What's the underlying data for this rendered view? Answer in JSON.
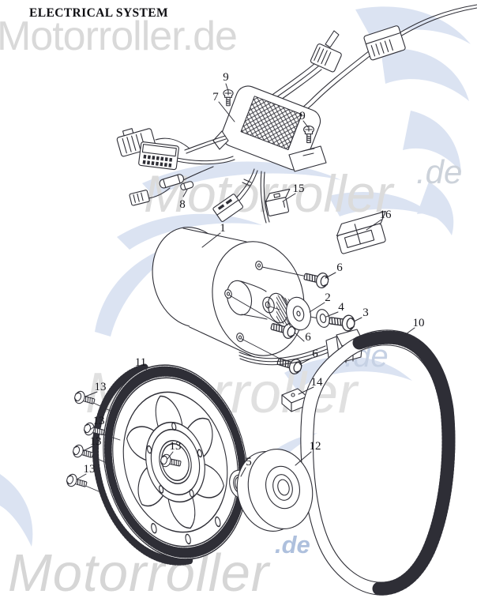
{
  "title": "ELECTRICAL SYSTEM",
  "watermark": {
    "brand": "Motorroller",
    "brand_full": "Motorroller.de",
    "tld": ".de"
  },
  "colors": {
    "line_art": "#2e2e36",
    "watermark_gray": "#d9d9d9",
    "logo_blue": "#dbe3f2",
    "tld_blue": "#aec0dd",
    "background": "#ffffff"
  },
  "callouts": [
    {
      "id": "screw-9-top",
      "label": "9"
    },
    {
      "id": "screw-7",
      "label": "7"
    },
    {
      "id": "screw-9-right",
      "label": "9"
    },
    {
      "id": "fuse-8",
      "label": "8"
    },
    {
      "id": "connector-15",
      "label": "15"
    },
    {
      "id": "connector-16",
      "label": "16"
    },
    {
      "id": "motor-1",
      "label": "1"
    },
    {
      "id": "bolt-6-a",
      "label": "6"
    },
    {
      "id": "sprocket-2",
      "label": "2"
    },
    {
      "id": "washer-4",
      "label": "4"
    },
    {
      "id": "bolt-3",
      "label": "3"
    },
    {
      "id": "belt-10",
      "label": "10"
    },
    {
      "id": "bolt-6-b",
      "label": "6"
    },
    {
      "id": "bolt-6-c",
      "label": "6"
    },
    {
      "id": "connector-14",
      "label": "14"
    },
    {
      "id": "pulley-wheel-11",
      "label": "11"
    },
    {
      "id": "screw-13-a",
      "label": "13"
    },
    {
      "id": "screw-13-b",
      "label": "13"
    },
    {
      "id": "screw-13-c",
      "label": "13"
    },
    {
      "id": "screw-13-d",
      "label": "13"
    },
    {
      "id": "screw-13-center",
      "label": "13"
    },
    {
      "id": "ring-5",
      "label": "5"
    },
    {
      "id": "pulley-12",
      "label": "12"
    }
  ]
}
